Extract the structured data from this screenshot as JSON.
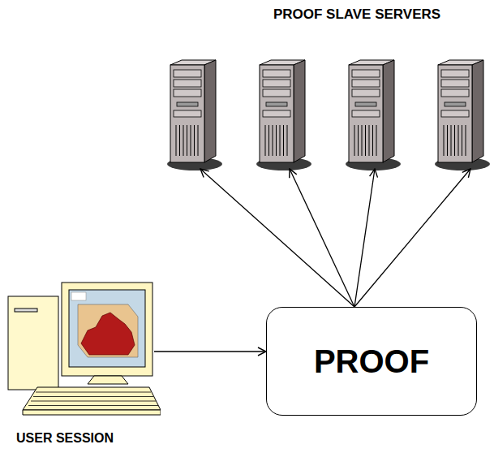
{
  "diagram": {
    "title": "PROOF SLAVE SERVERS",
    "nodes": [
      {
        "text": [
          "USER SESSION"
        ]
      },
      {
        "text": [
          "PROOF"
        ]
      }
    ],
    "edges": [
      {
        "from": 0,
        "to": 1,
        "arrow": "to"
      }
    ]
  }
}
